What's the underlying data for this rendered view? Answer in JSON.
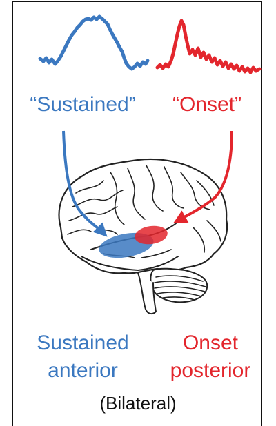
{
  "labels": {
    "sustained_quote": "“Sustained”",
    "onset_quote": "“Onset”",
    "sustained_anterior_line1": "Sustained",
    "sustained_anterior_line2": "anterior",
    "onset_posterior_line1": "Onset",
    "onset_posterior_line2": "posterior",
    "bilateral": "(Bilateral)"
  },
  "colors": {
    "sustained": "#3b78c0",
    "onset": "#e3262d",
    "frame": "#111111",
    "brain_outline": "#222222"
  },
  "icons": {
    "brain": "brain-icon"
  }
}
